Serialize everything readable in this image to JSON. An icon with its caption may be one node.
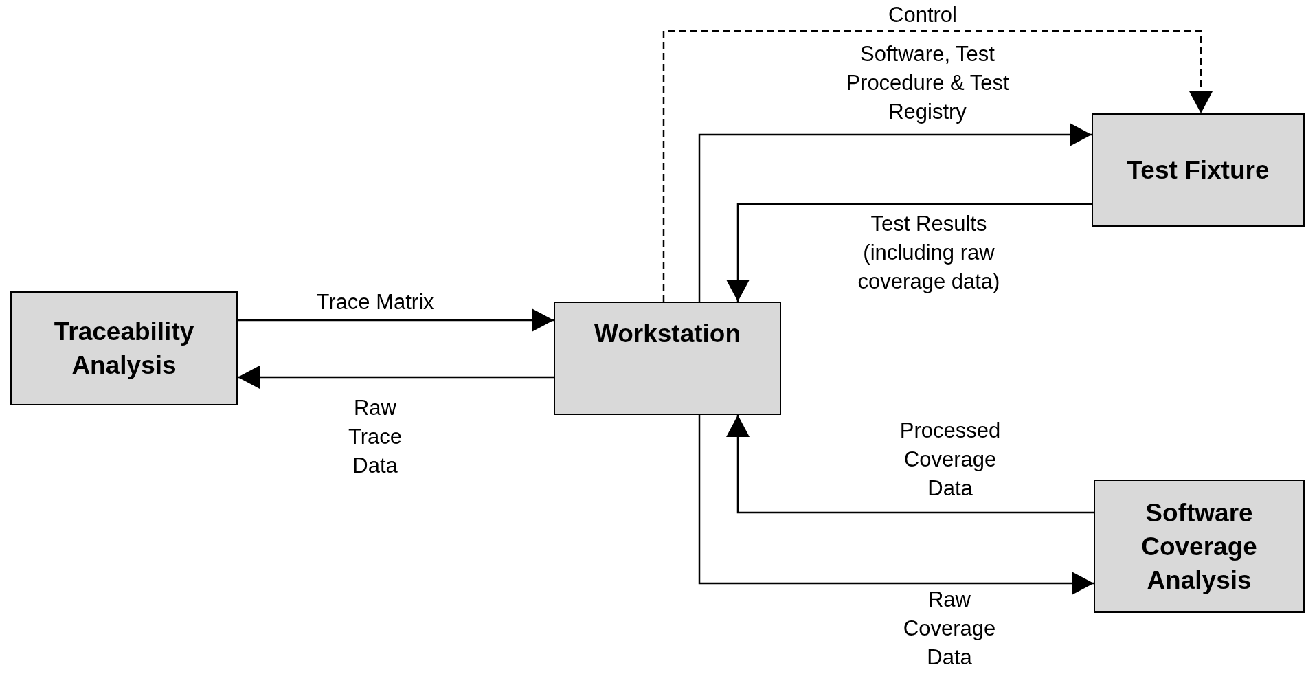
{
  "diagram": {
    "nodes": [
      {
        "text": [
          "Traceability Analysis"
        ]
      },
      {
        "text": [
          "Workstation"
        ]
      },
      {
        "text": [
          "Test Fixture"
        ]
      },
      {
        "text": [
          "Software Coverage Analysis"
        ]
      }
    ],
    "edges": [
      {
        "from": 0,
        "to": 1,
        "arrow": "to",
        "label": "Trace Matrix"
      },
      {
        "from": 1,
        "to": 0,
        "arrow": "to",
        "label": "Raw Trace Data"
      },
      {
        "from": 1,
        "to": 2,
        "arrow": "to",
        "label": "Control",
        "style": "dashed"
      },
      {
        "from": 1,
        "to": 2,
        "arrow": "to",
        "label": "Software, Test Procedure & Test Registry"
      },
      {
        "from": 2,
        "to": 1,
        "arrow": "to",
        "label": "Test Results (including raw coverage data)"
      },
      {
        "from": 3,
        "to": 1,
        "arrow": "to",
        "label": "Processed Coverage Data"
      },
      {
        "from": 1,
        "to": 3,
        "arrow": "to",
        "label": "Raw Coverage Data"
      }
    ]
  }
}
